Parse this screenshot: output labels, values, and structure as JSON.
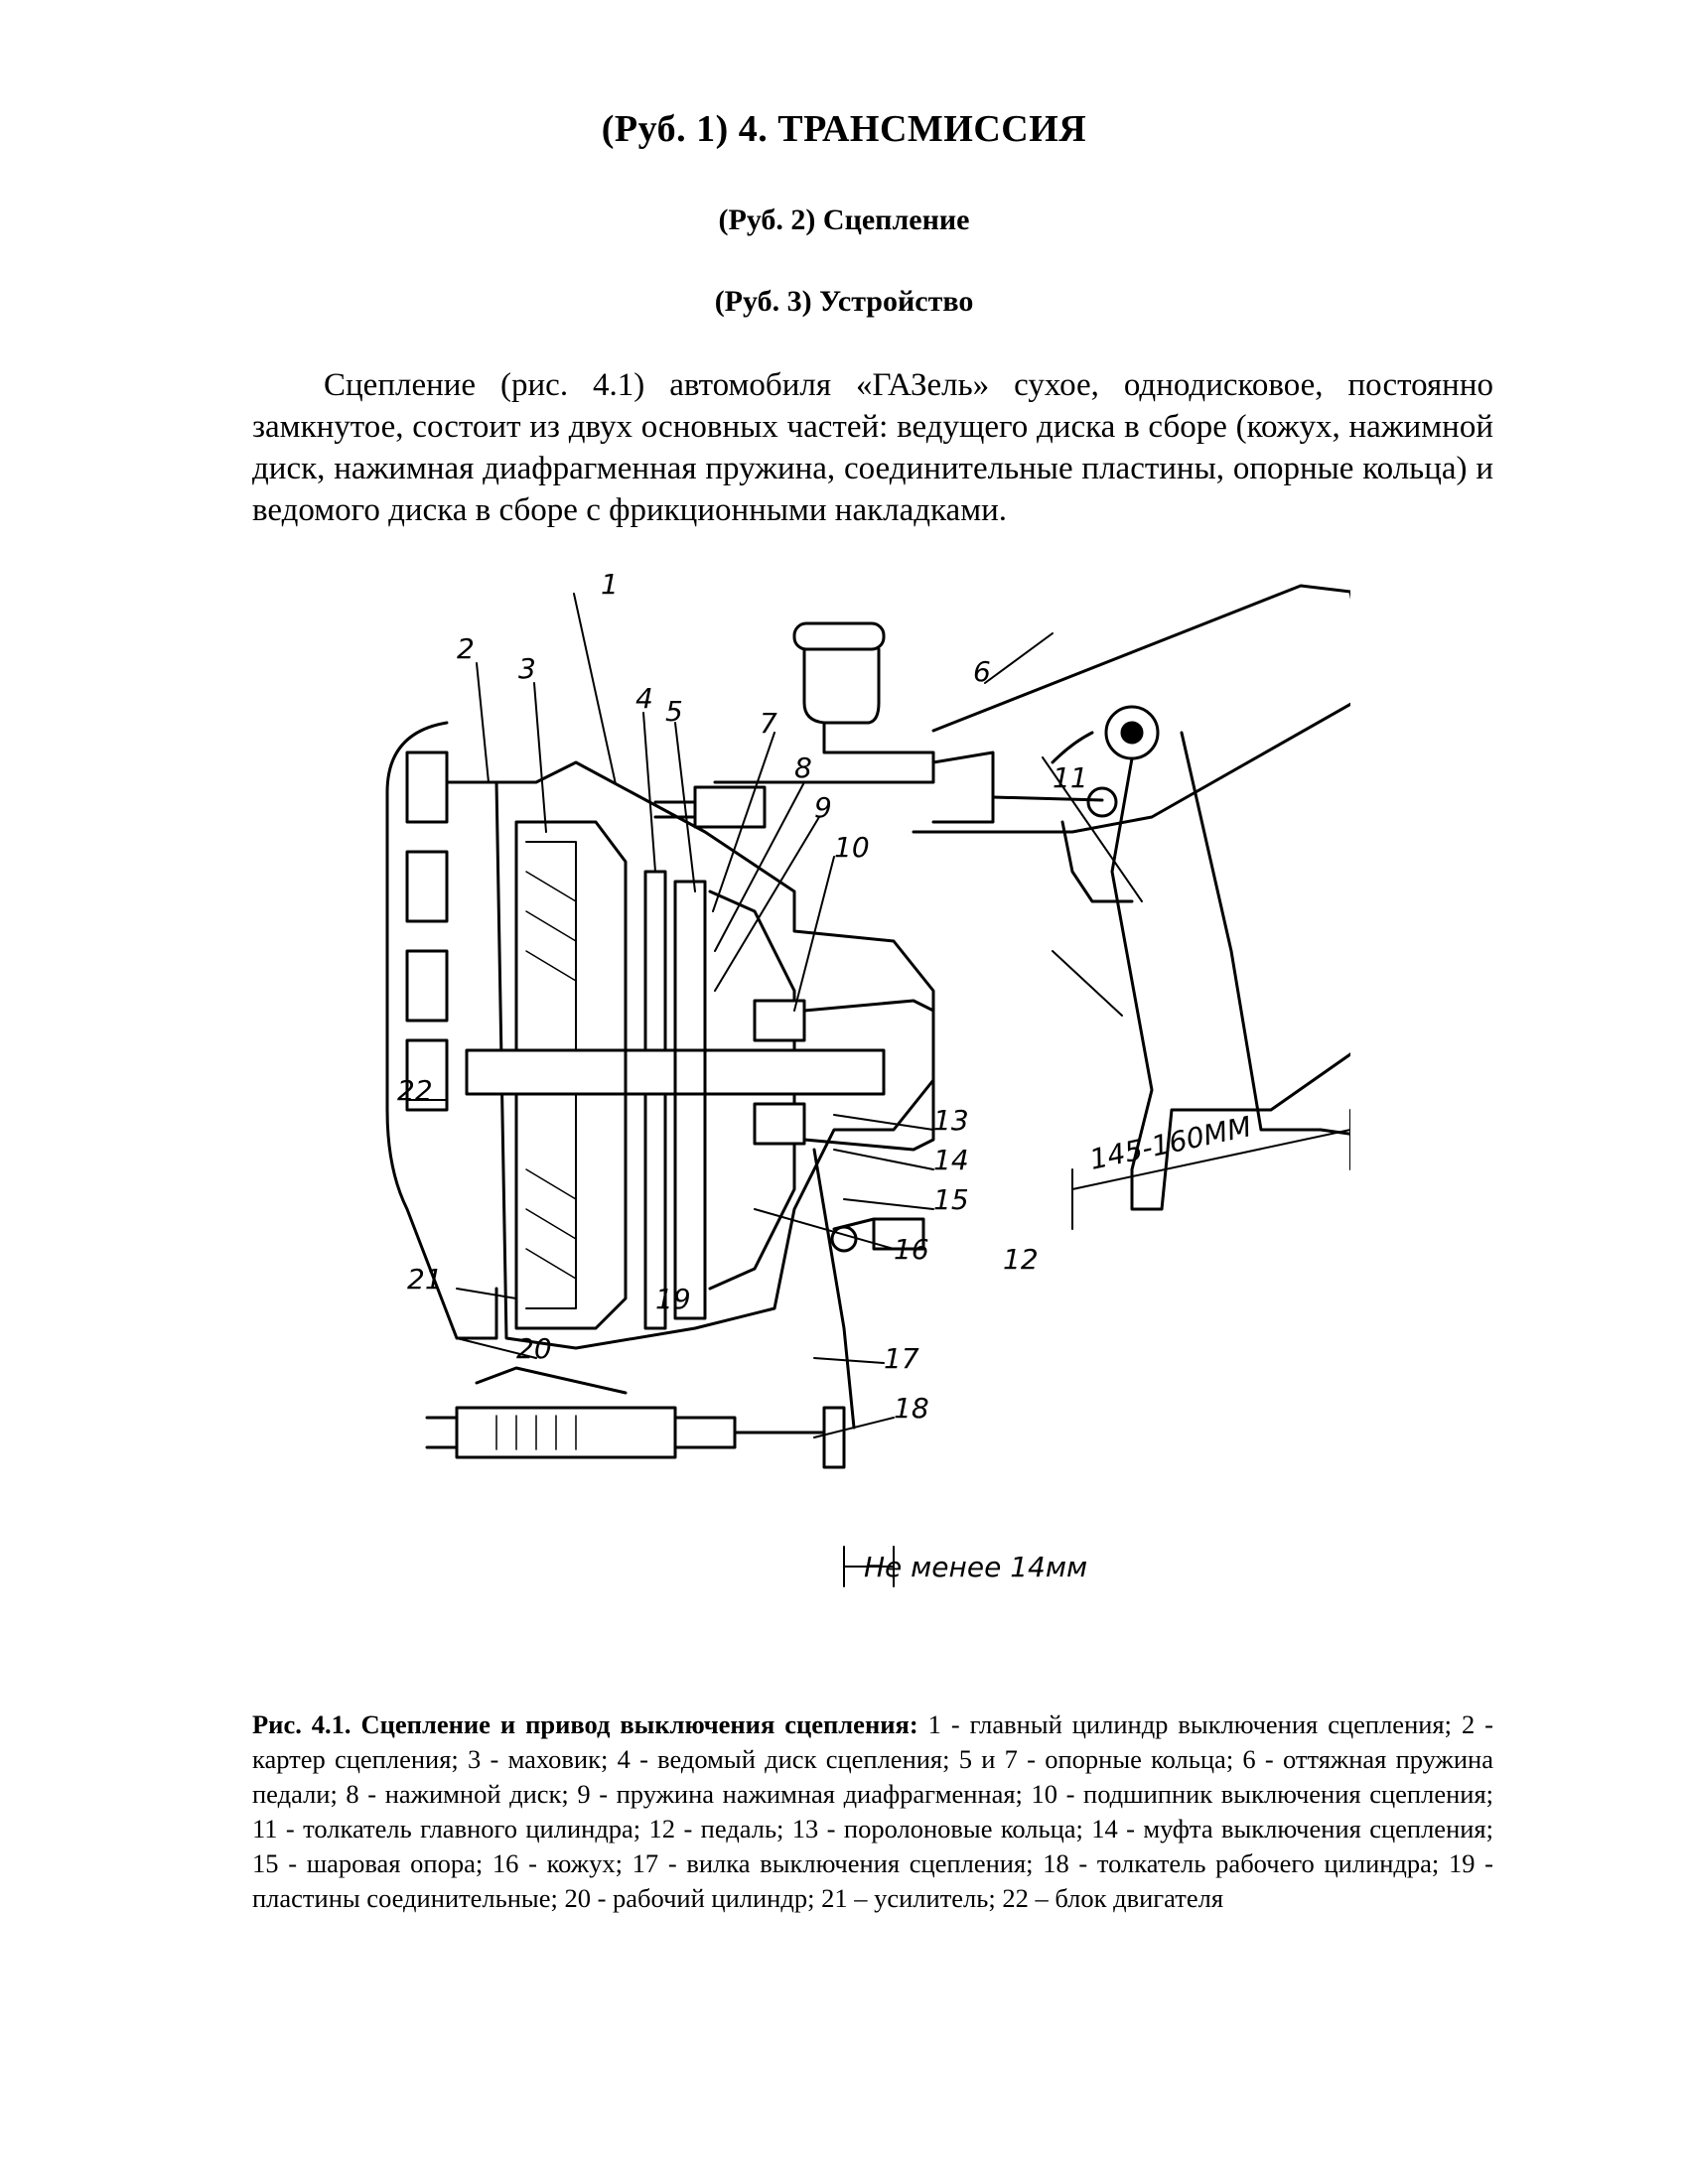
{
  "headings": {
    "h1": "(Руб. 1) 4. ТРАНСМИССИЯ",
    "h2": "(Руб. 2) Сцепление",
    "h3": "(Руб. 3) Устройство"
  },
  "intro_paragraph": "Сцепление (рис. 4.1) автомобиля «ГАЗель» сухое, однодисковое, постоянно замкнутое, состоит из двух основных частей: ведущего диска в сборе (кожух, нажимной диск, нажимная диафрагменная пружина, соединительные пластины, опорные кольца) и ведомого диска в сборе с фрикционными накладками.",
  "figure": {
    "callouts": [
      "1",
      "2",
      "3",
      "4",
      "5",
      "6",
      "7",
      "8",
      "9",
      "10",
      "11",
      "12",
      "13",
      "14",
      "15",
      "16",
      "17",
      "18",
      "19",
      "20",
      "21",
      "22"
    ],
    "dimension_pedal": "145-160ММ",
    "dimension_fork": "Не менее 14мм"
  },
  "caption": {
    "title": "Рис. 4.1. Сцепление и привод выключения сцепления:",
    "text": " 1 - главный цилиндр выключения сцепления; 2 - картер сцепления; 3 - маховик; 4 - ведомый диск сцепления; 5 и 7 - опорные кольца; 6 - оттяжная пружина педали; 8 - нажимной диск; 9 - пружина нажимная диафрагменная; 10 - подшипник выключения сцепления; 11 - толкатель главного цилиндра; 12 - педаль; 13 - поролоновые кольца; 14 - муфта выключения сцепления; 15 - шаровая опора; 16 - кожух; 17 - вилка выключения сцепления; 18 - толкатель рабочего цилиндра; 19 - пластины соединительные; 20 - рабочий цилиндр; 21 – усилитель; 22 – блок двигателя"
  }
}
